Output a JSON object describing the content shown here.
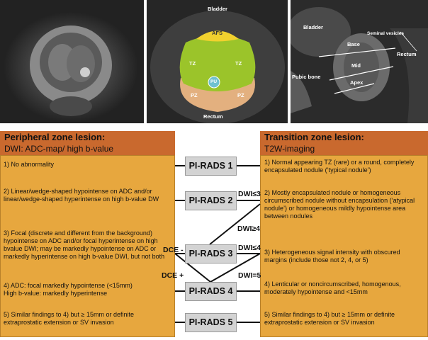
{
  "images": {
    "axial": {
      "labels": []
    },
    "zones": {
      "bladder": "Bladder",
      "afs": "AFS",
      "tz_left": "TZ",
      "tz_right": "TZ",
      "pu": "PU",
      "pz_left": "PZ",
      "pz_right": "PZ",
      "rectum": "Rectum"
    },
    "sagittal": {
      "bladder": "Bladder",
      "seminal_vesicles": "Seminal vesicles",
      "base": "Base",
      "mid": "Mid",
      "apex": "Apex",
      "rectum": "Rectum",
      "pubic_bone": "Pubic bone"
    }
  },
  "peripheral": {
    "title": "Peripheral zone lesion:",
    "subtitle": "DWI: ADC-map/ high b-value",
    "items": [
      "1)  No abnormality",
      "2)  Linear/wedge-shaped hypointense on ADC and/or linear/wedge-shaped hyperintense on high b-value DW",
      "3)  Focal (discrete and different from the background) hypointense on ADC and/or focal hyperintense on high bvalue DWI; may be markedly hypointense on ADC or markedly hyperintense on high b-value DWI, but not both",
      "4)  ADC: focal markedly hypointense (<15mm)\n      High b-value: markedly hyperintense",
      "5)  Similar findings to 4) but ≥ 15mm or definite extraprostatic extension or SV invasion"
    ]
  },
  "transition": {
    "title": "Transition zone lesion:",
    "subtitle": "T2W-imaging",
    "items": [
      "1)  Normal appearing TZ (rare) or a round, completely encapsulated nodule (‘typical nodule’)",
      "2)  Mostly encapsulated nodule or homogeneous circumscribed nodule without encapsulation (‘atypical nodule’) or homogeneous mildly hypointense area between nodules",
      "3)  Heterogeneous signal intensity with obscured margins (include those not 2, 4, or 5)",
      "4)  Lenticular or noncircumscribed, homogenous, moderately hypointense and <15mm",
      "5) Similar findings to 4) but ≥ 15mm or definite extraprostatic extension or SV invasion"
    ]
  },
  "pirads": [
    "PI-RADS 1",
    "PI-RADS 2",
    "PI-RADS 3",
    "PI-RADS 4",
    "PI-RADS 5"
  ],
  "connectors": {
    "dwi_le3": "DWI≤3",
    "dwi_ge4": "DWI≥4",
    "dwi_le4": "DWI≤4",
    "dwi_eq5": "DWI=5",
    "dce_minus": "DCE -",
    "dce_plus": "DCE +"
  },
  "colors": {
    "header": "#c9692e",
    "panel": "#e7a73e",
    "box": "#d3d3d3",
    "tz": "#9bc42a",
    "pz": "#e3b07f",
    "afs": "#f1d12e",
    "pu": "#6fc1cf"
  }
}
